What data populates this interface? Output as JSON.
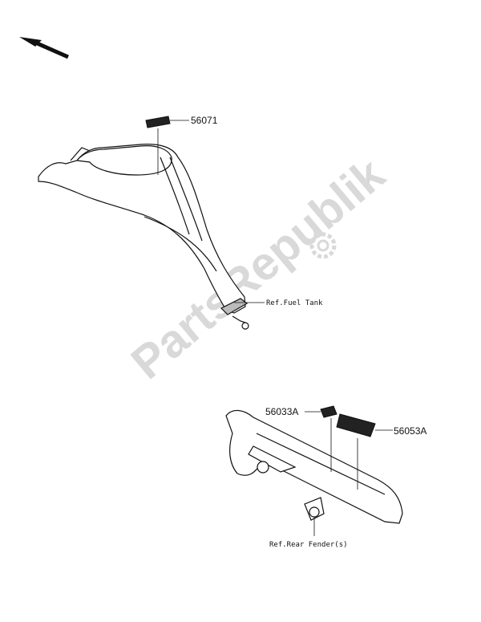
{
  "watermark": {
    "text": "PartsRepublik",
    "color": "#d9d9d9"
  },
  "labels": {
    "part_56071": "56071",
    "part_56033A": "56033A",
    "part_56053A": "56053A",
    "ref_fuel_tank": "Ref.Fuel Tank",
    "ref_rear_fender": "Ref.Rear Fender(s)"
  },
  "icons": {
    "direction_arrow": "front-direction-arrow-icon",
    "gear": "gear-icon"
  },
  "colors": {
    "line": "#111111",
    "background": "#ffffff",
    "watermark": "#d9d9d9"
  }
}
